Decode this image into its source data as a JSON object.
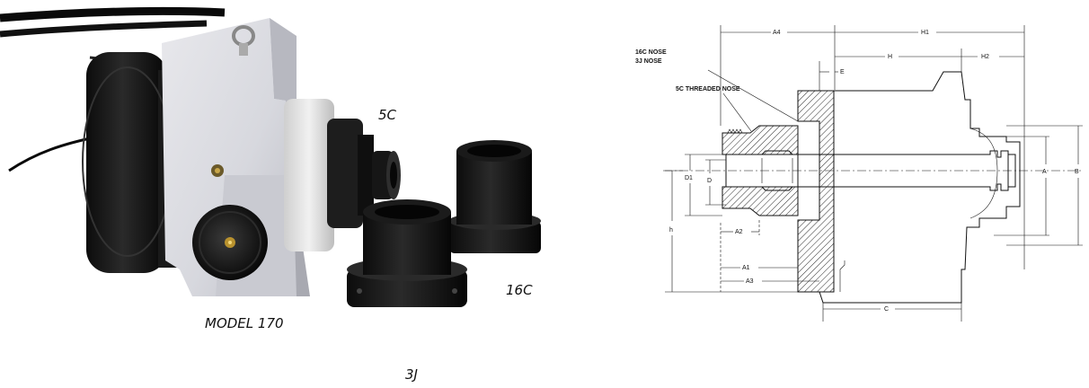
{
  "photo": {
    "labels": {
      "nose_5c": "5C",
      "nose_16c": "16C",
      "nose_3j": "3J",
      "model": "MODEL 170"
    }
  },
  "drawing": {
    "notes": {
      "nose_16c": "16C NOSE",
      "nose_3j": "3J NOSE",
      "threaded": "5C THREADED NOSE"
    },
    "dimensions": {
      "A4": "A4",
      "H1": "H1",
      "H": "H",
      "H2": "H2",
      "E": "E",
      "A": "A",
      "B": "B",
      "D1": "D1",
      "D": "D",
      "h": "h",
      "A2": "A2",
      "A1": "A1",
      "A3": "A3",
      "C": "C"
    }
  }
}
